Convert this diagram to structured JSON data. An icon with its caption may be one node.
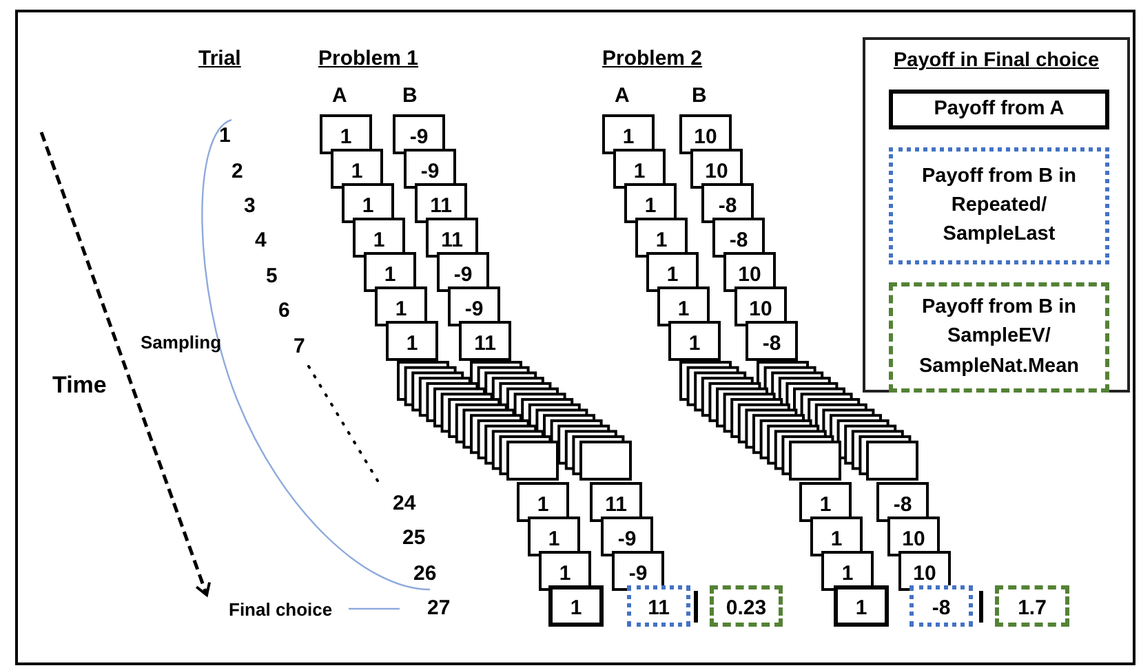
{
  "diagram": {
    "nodes": [
      {
        "text": [
          "Payoff in Final choice"
        ]
      },
      {
        "text": [
          "Payoff from A"
        ],
        "in": 0
      },
      {
        "text": [
          "Payoff from B in Repeated/ SampleLast"
        ],
        "in": 0
      },
      {
        "text": [
          "Payoff from B in SampleEV/ SampleNat.Mean"
        ],
        "in": 0
      },
      {
        "text": [
          "1"
        ]
      },
      {
        "text": [
          "1"
        ]
      },
      {
        "text": [
          "1"
        ]
      },
      {
        "text": [
          "1"
        ]
      },
      {
        "text": [
          "1"
        ]
      },
      {
        "text": [
          "1"
        ]
      },
      {
        "text": [
          "1"
        ]
      },
      {
        "text": [
          "1"
        ]
      },
      {
        "text": [
          "1"
        ]
      },
      {
        "text": [
          "1"
        ]
      },
      {
        "text": [
          "1"
        ]
      },
      {
        "text": [
          "-9"
        ]
      },
      {
        "text": [
          "-9"
        ]
      },
      {
        "text": [
          "11"
        ]
      },
      {
        "text": [
          "11"
        ]
      },
      {
        "text": [
          "-9"
        ]
      },
      {
        "text": [
          "-9"
        ]
      },
      {
        "text": [
          "11"
        ]
      },
      {
        "text": [
          "11"
        ]
      },
      {
        "text": [
          "-9"
        ]
      },
      {
        "text": [
          "-9"
        ]
      },
      {
        "text": [
          "11"
        ]
      },
      {
        "text": [
          "0.23"
        ]
      },
      {
        "text": [
          "1"
        ]
      },
      {
        "text": [
          "1"
        ]
      },
      {
        "text": [
          "1"
        ]
      },
      {
        "text": [
          "1"
        ]
      },
      {
        "text": [
          "1"
        ]
      },
      {
        "text": [
          "1"
        ]
      },
      {
        "text": [
          "1"
        ]
      },
      {
        "text": [
          "1"
        ]
      },
      {
        "text": [
          "1"
        ]
      },
      {
        "text": [
          "1"
        ]
      },
      {
        "text": [
          "1"
        ]
      },
      {
        "text": [
          "10"
        ]
      },
      {
        "text": [
          "10"
        ]
      },
      {
        "text": [
          "-8"
        ]
      },
      {
        "text": [
          "-8"
        ]
      },
      {
        "text": [
          "10"
        ]
      },
      {
        "text": [
          "10"
        ]
      },
      {
        "text": [
          "-8"
        ]
      },
      {
        "text": [
          "-8"
        ]
      },
      {
        "text": [
          "10"
        ]
      },
      {
        "text": [
          "10"
        ]
      },
      {
        "text": [
          "-8"
        ]
      },
      {
        "text": [
          "1.7"
        ]
      }
    ],
    "labels": [
      "Trial",
      "Problem 1",
      "Problem 2",
      "A",
      "B",
      "A",
      "B",
      "1",
      "2",
      "3",
      "4",
      "5",
      "6",
      "Sampling",
      "7",
      "24",
      "25",
      "26",
      "27",
      "Time",
      "Final choice"
    ]
  }
}
